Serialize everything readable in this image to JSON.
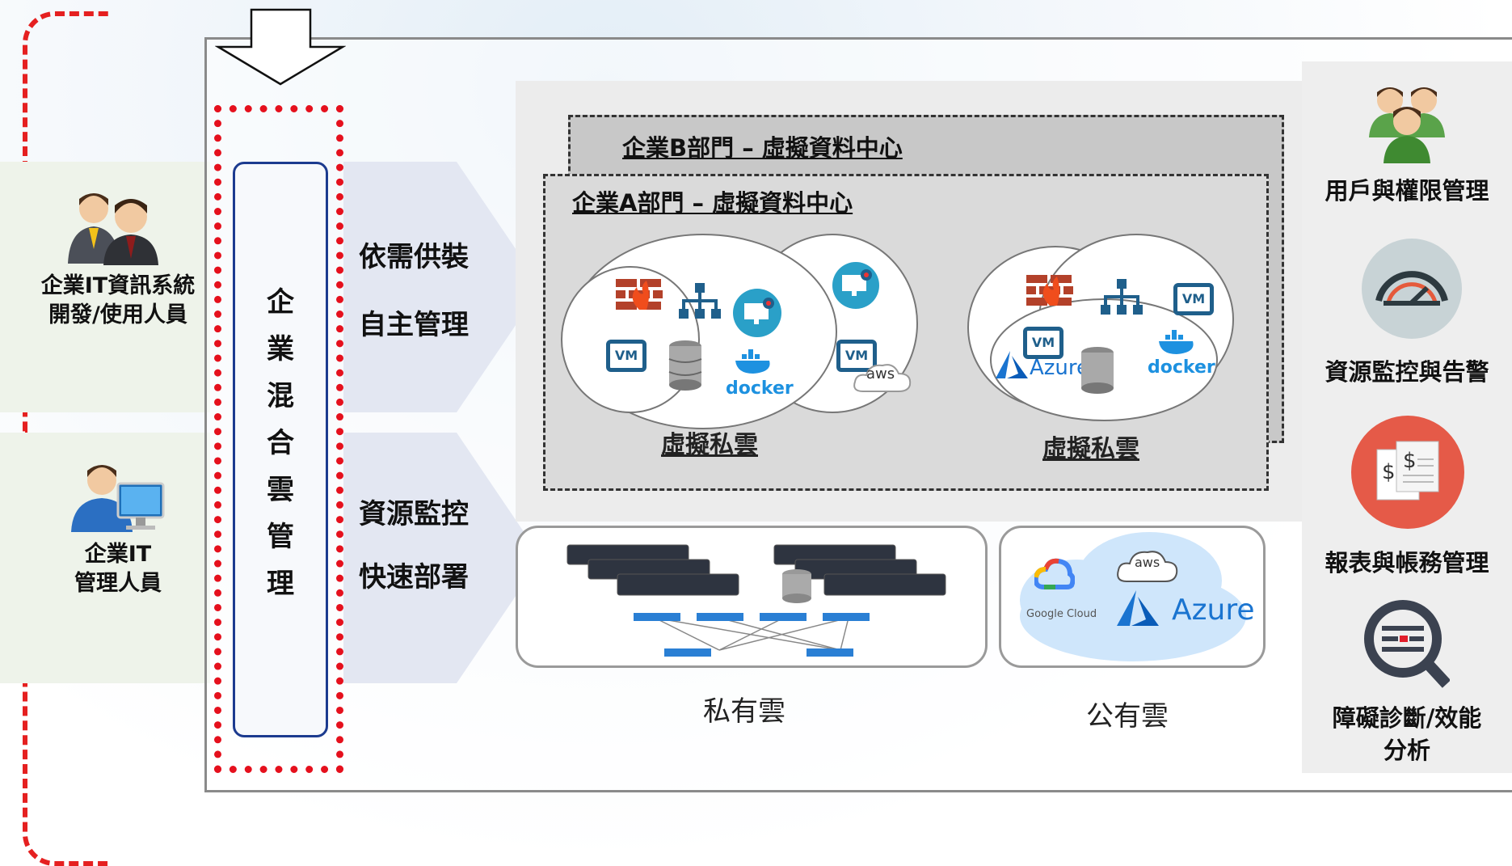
{
  "users": {
    "developers_label_line1": "企業IT資訊系統",
    "developers_label_line2": "開發/使用人員",
    "admins_label_line1": "企業IT",
    "admins_label_line2": "管理人員"
  },
  "hybrid_mgmt": {
    "chars": [
      "企",
      "業",
      "混",
      "合",
      "雲",
      "管",
      "理"
    ]
  },
  "features": {
    "top": [
      "依需供裝",
      "自主管理"
    ],
    "bottom": [
      "資源監控",
      "快速部署"
    ]
  },
  "datacenters": {
    "b_title": "企業B部門 – 虛擬資料中心",
    "a_title": "企業A部門 – 虛擬資料中心",
    "cloud_left_label": "虛擬私雲",
    "cloud_right_label": "虛擬私雲"
  },
  "tech_labels": {
    "vm": "VM",
    "docker": "docker",
    "aws": "aws",
    "azure": "Azure",
    "google_cloud": "Google Cloud"
  },
  "infra": {
    "private_label": "私有雲",
    "public_label": "公有雲"
  },
  "right_panel": {
    "items": [
      {
        "label": "用戶與權限管理",
        "icon": "users-group-icon"
      },
      {
        "label": "資源監控與告警",
        "icon": "gauge-icon"
      },
      {
        "label": "報表與帳務管理",
        "icon": "invoice-icon"
      },
      {
        "label_line1": "障礙診斷/效能",
        "label_line2": "分析",
        "icon": "diagnosis-icon"
      }
    ]
  }
}
